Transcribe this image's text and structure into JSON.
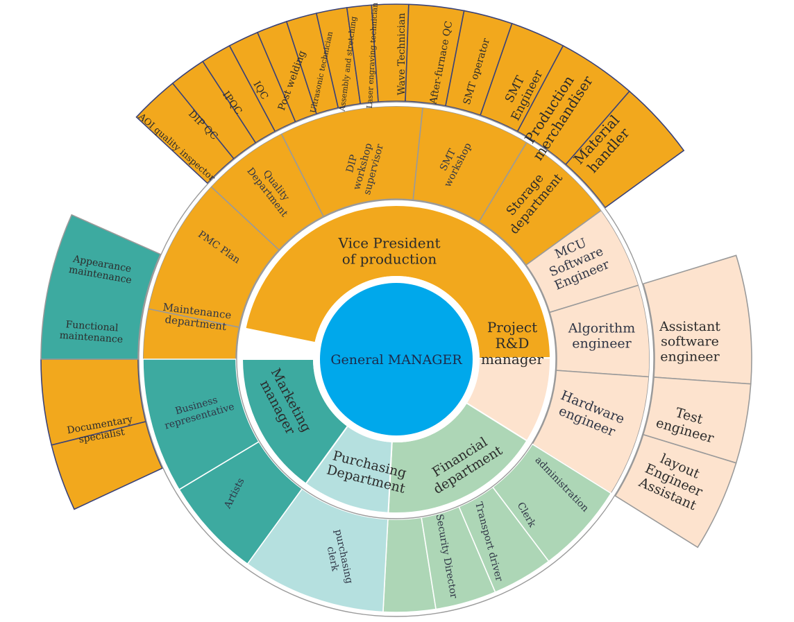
{
  "chart_data": {
    "type": "sunburst",
    "root": "General MANAGER",
    "colors": {
      "production": "#F2A81D",
      "rd": "#FDE3CE",
      "finance": "#ADD6B6",
      "purchasing": "#B5E0DF",
      "marketing": "#3DAAA0",
      "root": "#00A8EB",
      "divider_white": "#FFFFFF",
      "divider_gray": "#9A9A9A",
      "divider_navy": "#3A4278"
    },
    "departments": [
      {
        "label": "Vice President of production",
        "color_key": "production",
        "children": [
          {
            "label": "Maintenance department",
            "children": [
              {
                "label": "Functional maintenance"
              },
              {
                "label": "Appearance maintenance"
              }
            ]
          },
          {
            "label": "PMC Plan"
          },
          {
            "label": "Quality Department",
            "children": [
              {
                "label": "AOI quality inspector"
              },
              {
                "label": "DIP QC"
              },
              {
                "label": "IPQC"
              },
              {
                "label": "IQC"
              }
            ]
          },
          {
            "label": "DIP workshop supervisor",
            "children": [
              {
                "label": "Post welding"
              },
              {
                "label": "Ultrasonic technician"
              },
              {
                "label": "Assembly and stretching"
              },
              {
                "label": "Laser engraving technician"
              },
              {
                "label": "Wave Technician"
              }
            ]
          },
          {
            "label": "SMT workshop",
            "children": [
              {
                "label": "After-furnace QC"
              },
              {
                "label": "SMT operator"
              },
              {
                "label": "SMT Engineer"
              }
            ]
          },
          {
            "label": "Storage department",
            "children": [
              {
                "label": "Production merchandiser"
              },
              {
                "label": "Material handler"
              }
            ]
          }
        ]
      },
      {
        "label": "Project R&D manager",
        "color_key": "rd",
        "children": [
          {
            "label": "MCU Software Engineer"
          },
          {
            "label": "Algorithm engineer",
            "children": [
              {
                "label": "Assistant software engineer"
              }
            ]
          },
          {
            "label": "Hardware engineer",
            "children": [
              {
                "label": "Test engineer"
              },
              {
                "label": "layout Engineer Assistant"
              }
            ]
          }
        ]
      },
      {
        "label": "Financial department",
        "color_key": "finance",
        "children": [
          {
            "label": "administration"
          },
          {
            "label": "Clerk"
          },
          {
            "label": "Transport driver"
          },
          {
            "label": "Security Director"
          }
        ]
      },
      {
        "label": "Purchasing Department",
        "color_key": "purchasing",
        "children": [
          {
            "label": "purchasing clerk"
          }
        ]
      },
      {
        "label": "Marketing manager",
        "color_key": "marketing",
        "children": [
          {
            "label": "Artists"
          },
          {
            "label": "Business representative",
            "children": [
              {
                "label": "Documentary specialist"
              }
            ]
          }
        ]
      }
    ]
  }
}
